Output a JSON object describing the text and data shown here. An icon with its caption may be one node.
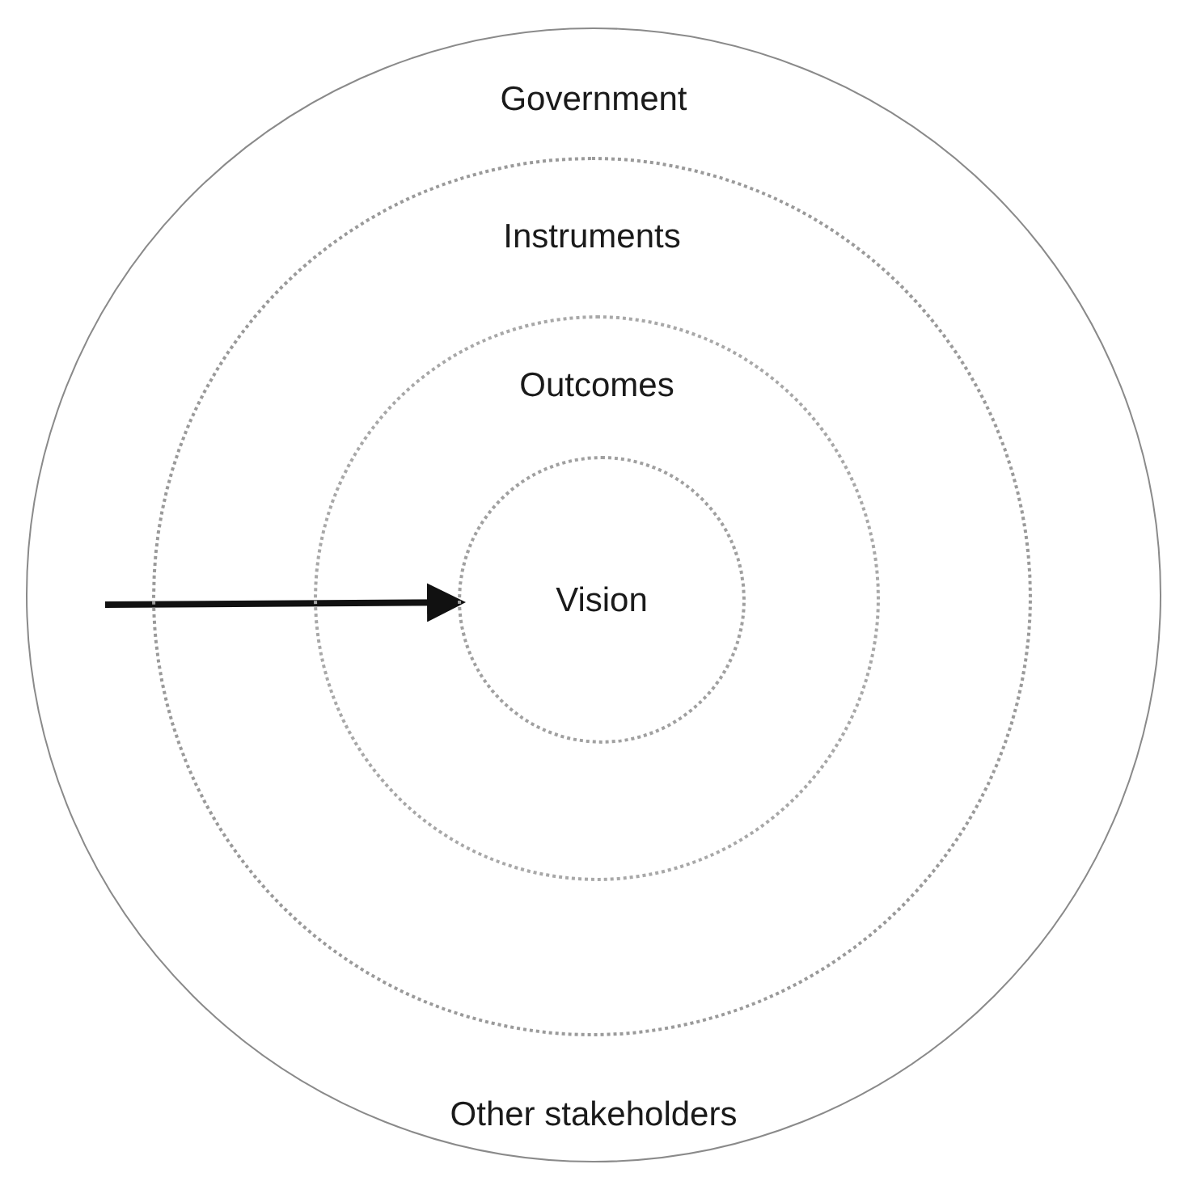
{
  "diagram": {
    "nodes": [
      {
        "text": [
          "Government",
          "Other stakeholders"
        ]
      },
      {
        "text": [
          "Instruments"
        ],
        "in": 0
      },
      {
        "text": [
          "Outcomes"
        ],
        "in": 1
      },
      {
        "text": [
          "Vision"
        ],
        "in": 2
      }
    ],
    "edges": [
      {
        "from": null,
        "to": 3,
        "arrow": "to"
      }
    ]
  }
}
